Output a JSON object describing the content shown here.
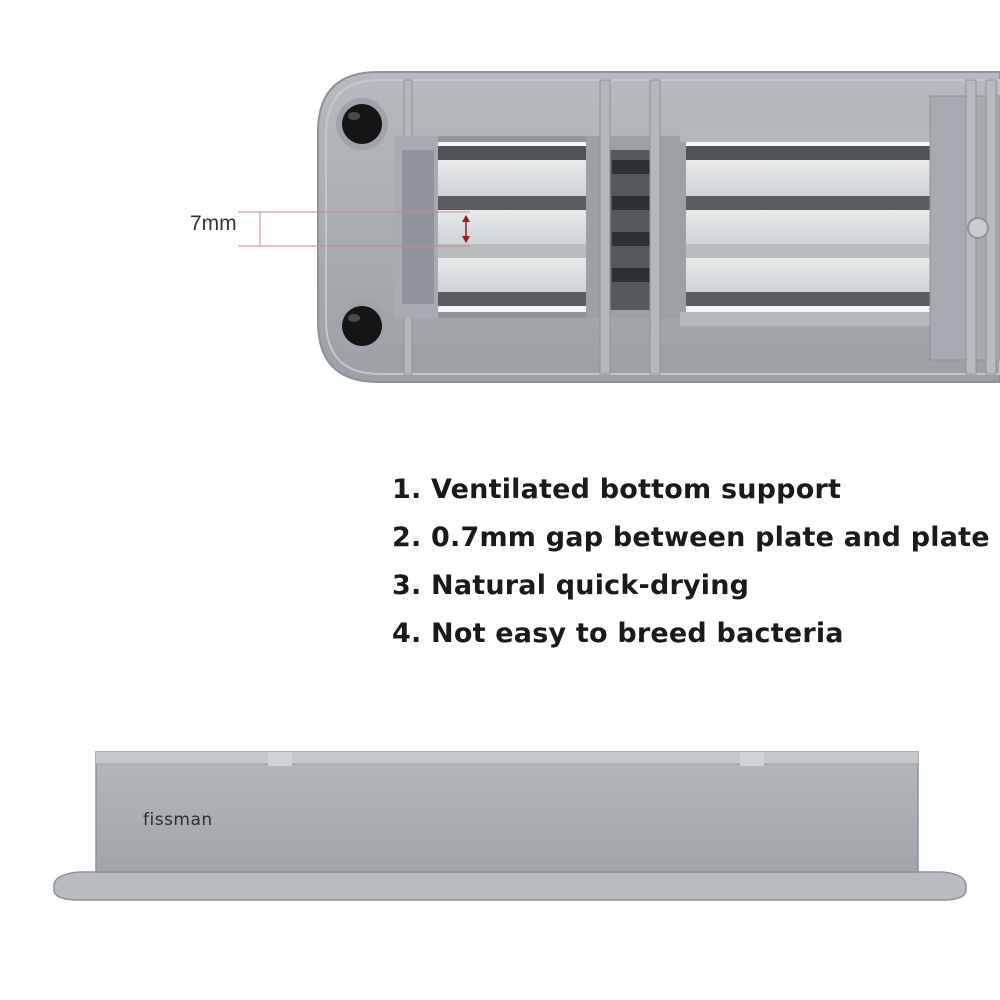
{
  "measurement": {
    "label": "7mm"
  },
  "features": [
    "1.  Ventilated bottom support",
    "2. 0.7mm gap between plate and plate",
    "3. Natural quick-drying",
    "4. Not easy to breed bacteria"
  ],
  "product": {
    "brand": "fissman"
  },
  "colors": {
    "body_gray": "#a8adb2",
    "dark_slot": "#4a4d50",
    "measure_line": "#c98a8a",
    "arrow": "#8b2020"
  }
}
